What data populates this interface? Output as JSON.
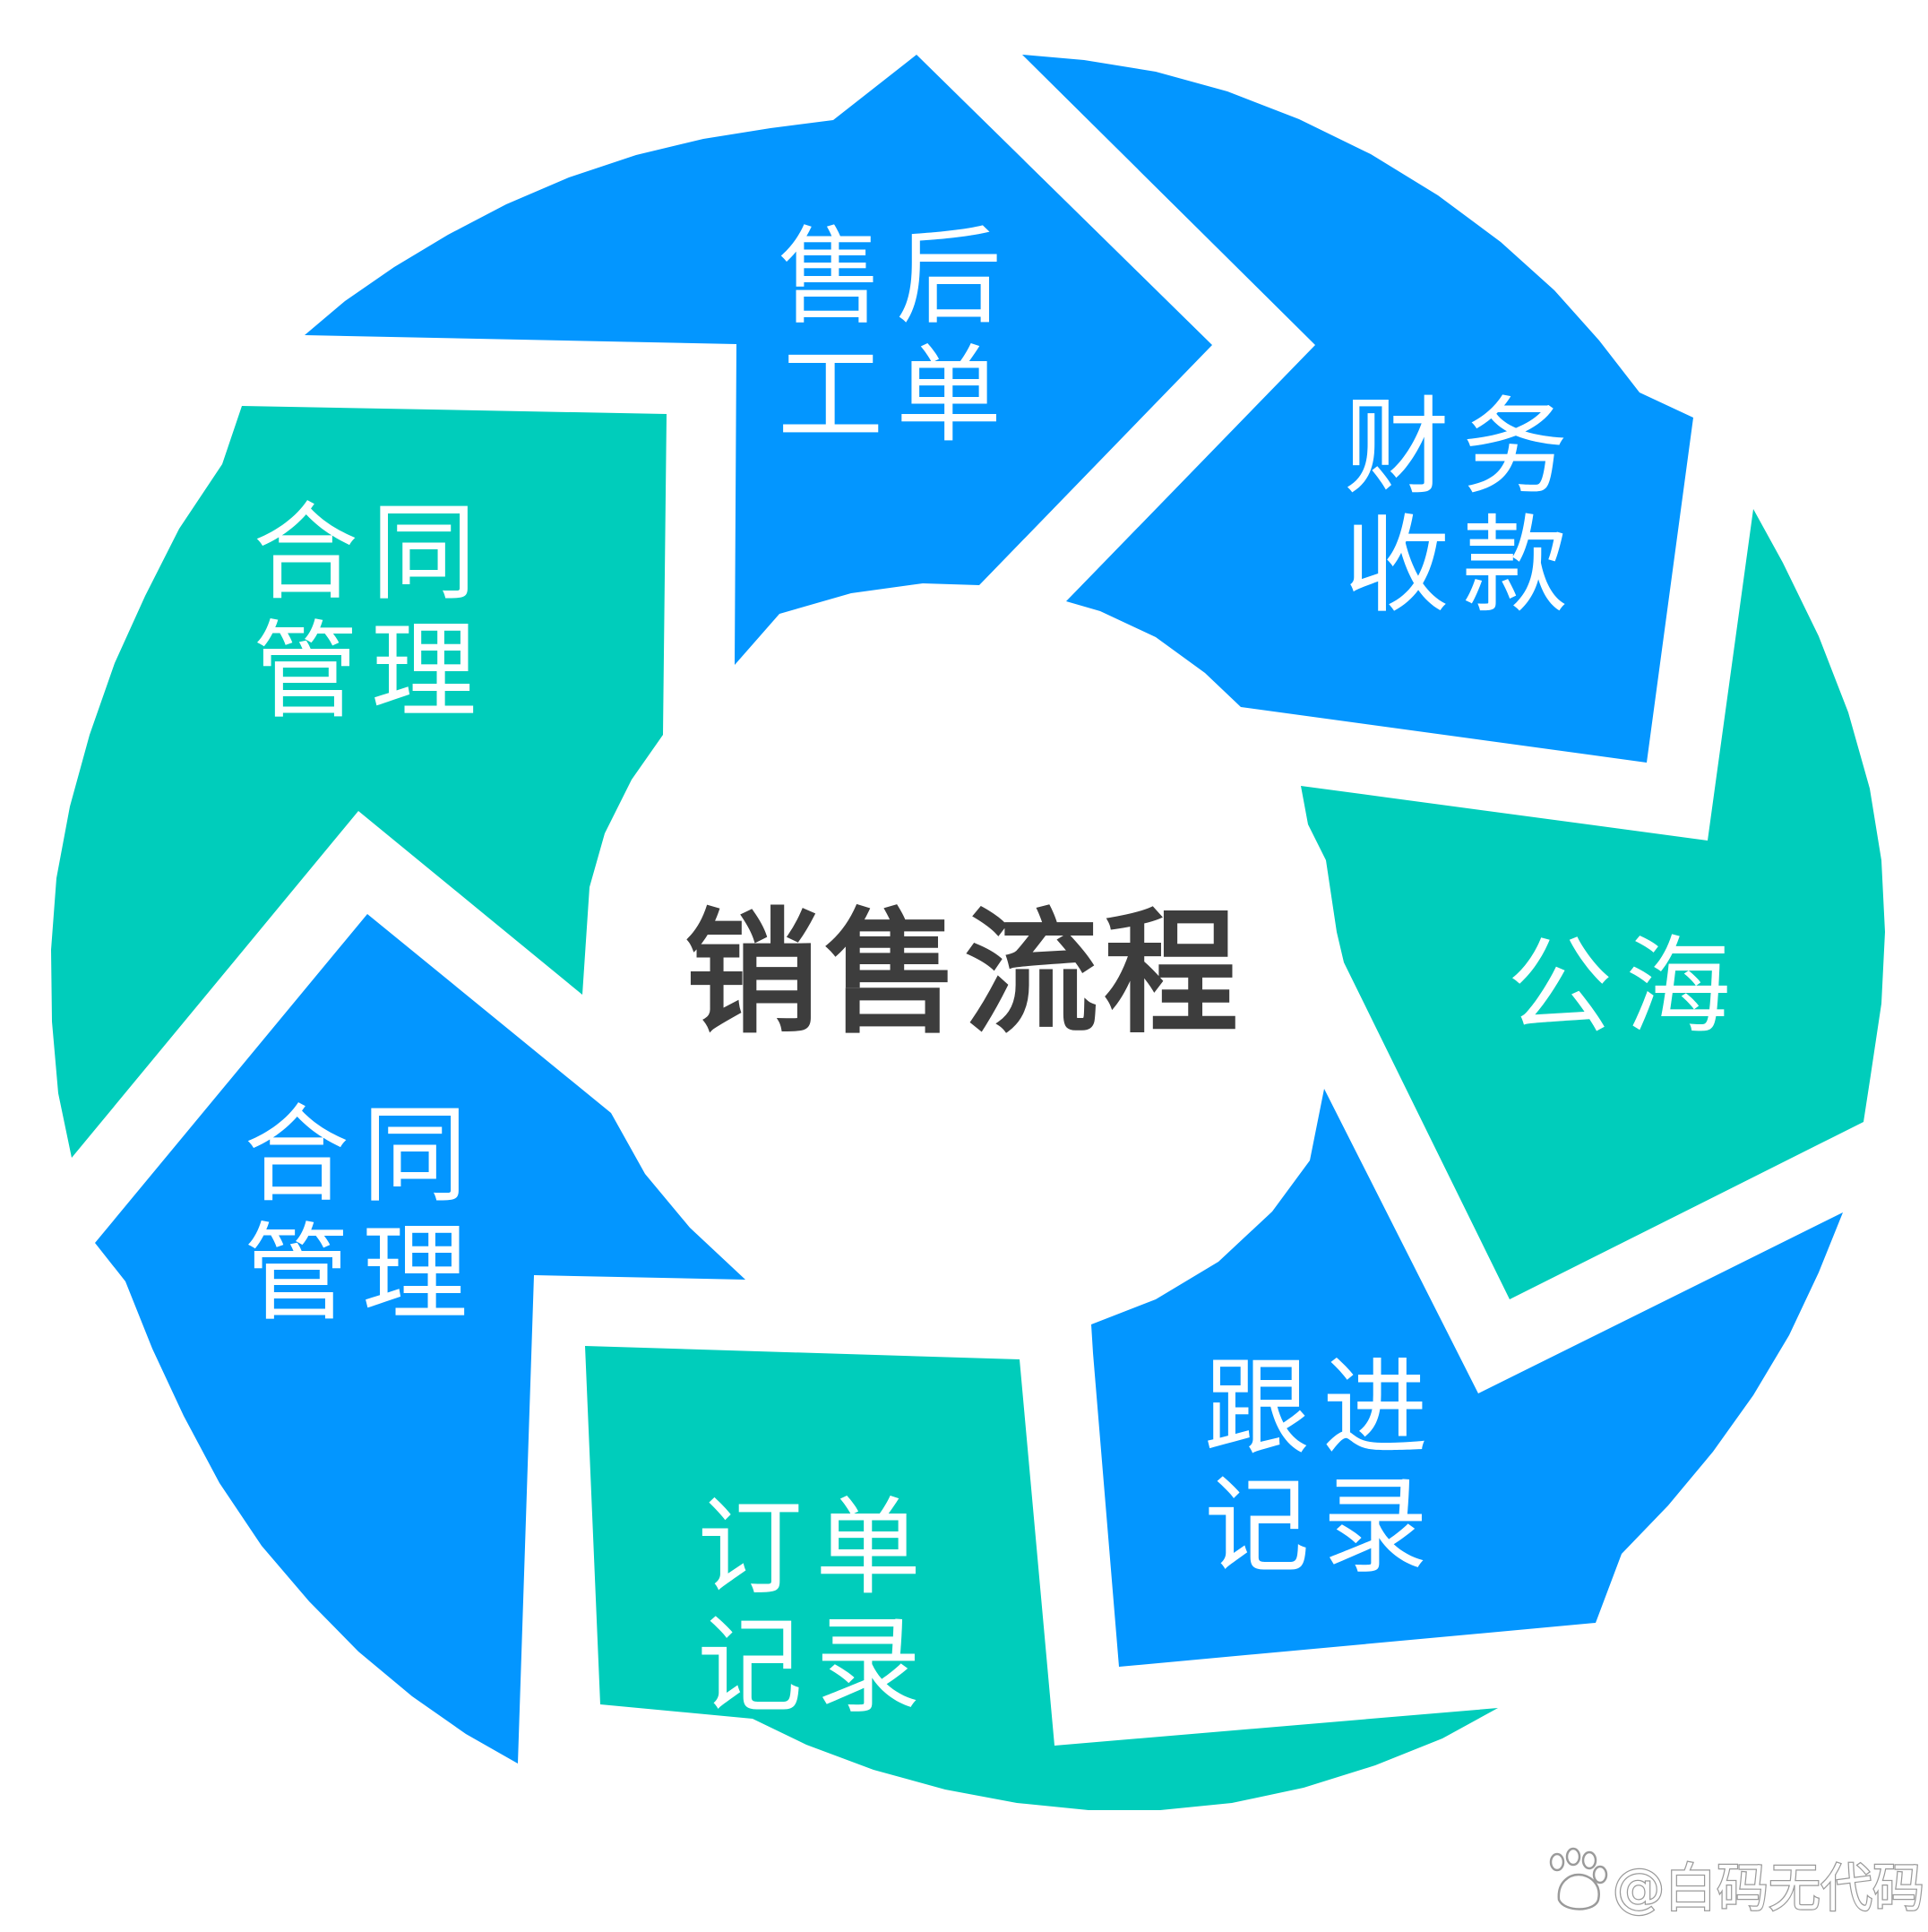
{
  "diagram": {
    "center_title": "销售流程",
    "segments": [
      {
        "id": "shouhou",
        "lines": [
          "售后",
          "工单"
        ],
        "color": "#0396FF"
      },
      {
        "id": "caiwu",
        "lines": [
          "财务",
          "收款"
        ],
        "color": "#0396FF"
      },
      {
        "id": "gonghai",
        "lines": [
          "公海"
        ],
        "color": "#00CDBB"
      },
      {
        "id": "genjin",
        "lines": [
          "跟进",
          "记录"
        ],
        "color": "#0396FF"
      },
      {
        "id": "dingdan",
        "lines": [
          "订单",
          "记录"
        ],
        "color": "#00CDBB"
      },
      {
        "id": "hetong-lower",
        "lines": [
          "合同",
          "管理"
        ],
        "color": "#0396FF"
      },
      {
        "id": "hetong-upper",
        "lines": [
          "合同",
          "管理"
        ],
        "color": "#00CDBB"
      }
    ]
  },
  "watermark": {
    "text": "@白码无代码",
    "icon": "baidu-paw-icon"
  },
  "colors": {
    "blue": "#0396FF",
    "teal": "#00CDBB",
    "center_text": "#3D3D3D",
    "background": "#FFFFFF"
  }
}
